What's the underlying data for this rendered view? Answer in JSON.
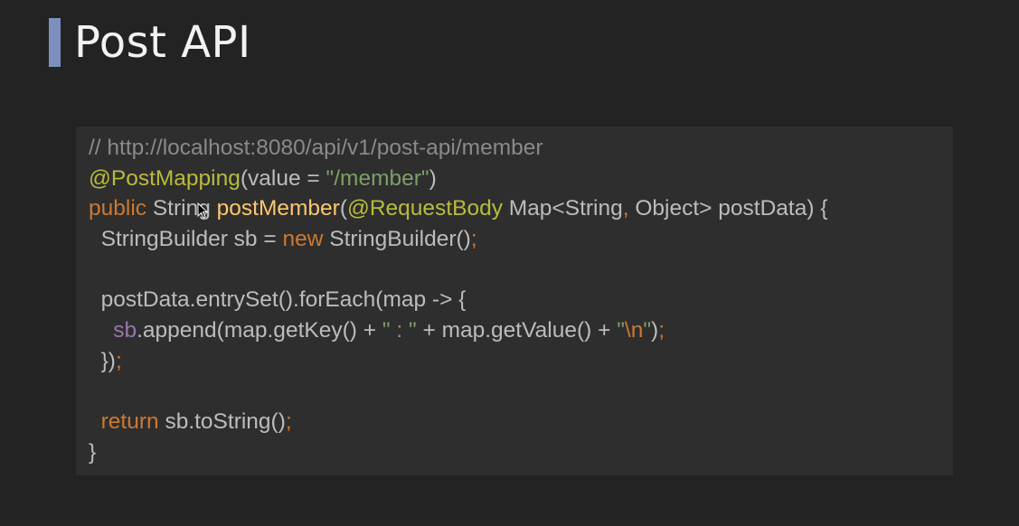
{
  "slide": {
    "title": "Post API",
    "accent_color": "#7c8fbf"
  },
  "code": {
    "lines": [
      [
        {
          "t": "// http://localhost:8080/api/v1/post-api/member",
          "k": "comment"
        }
      ],
      [
        {
          "t": "@PostMapping",
          "k": "annotation"
        },
        {
          "t": "(value = ",
          "k": "plain"
        },
        {
          "t": "\"/member\"",
          "k": "string"
        },
        {
          "t": ")",
          "k": "plain"
        }
      ],
      [
        {
          "t": "public ",
          "k": "keyword"
        },
        {
          "t": "String ",
          "k": "plain"
        },
        {
          "t": "postMember",
          "k": "method"
        },
        {
          "t": "(",
          "k": "plain"
        },
        {
          "t": "@RequestBody ",
          "k": "annotation"
        },
        {
          "t": "Map<String",
          "k": "plain"
        },
        {
          "t": ", ",
          "k": "punct"
        },
        {
          "t": "Object> postData) {",
          "k": "plain"
        }
      ],
      [
        {
          "t": "  StringBuilder sb = ",
          "k": "plain"
        },
        {
          "t": "new ",
          "k": "keyword"
        },
        {
          "t": "StringBuilder()",
          "k": "plain"
        },
        {
          "t": ";",
          "k": "punct"
        }
      ],
      [
        {
          "t": "",
          "k": "plain"
        }
      ],
      [
        {
          "t": "  postData.entrySet().forEach(map -> {",
          "k": "plain"
        }
      ],
      [
        {
          "t": "    ",
          "k": "plain"
        },
        {
          "t": "sb",
          "k": "field"
        },
        {
          "t": ".append(map.getKey() + ",
          "k": "plain"
        },
        {
          "t": "\" : \"",
          "k": "string"
        },
        {
          "t": " + map.getValue() + ",
          "k": "plain"
        },
        {
          "t": "\"",
          "k": "string"
        },
        {
          "t": "\\n",
          "k": "escape"
        },
        {
          "t": "\"",
          "k": "string"
        },
        {
          "t": ")",
          "k": "plain"
        },
        {
          "t": ";",
          "k": "punct"
        }
      ],
      [
        {
          "t": "  })",
          "k": "plain"
        },
        {
          "t": ";",
          "k": "punct"
        }
      ],
      [
        {
          "t": "",
          "k": "plain"
        }
      ],
      [
        {
          "t": "  ",
          "k": "plain"
        },
        {
          "t": "return ",
          "k": "keyword"
        },
        {
          "t": "sb.toString()",
          "k": "plain"
        },
        {
          "t": ";",
          "k": "punct"
        }
      ],
      [
        {
          "t": "}",
          "k": "plain"
        }
      ]
    ]
  },
  "icons": {
    "pointer": "mouse-pointer-icon"
  }
}
